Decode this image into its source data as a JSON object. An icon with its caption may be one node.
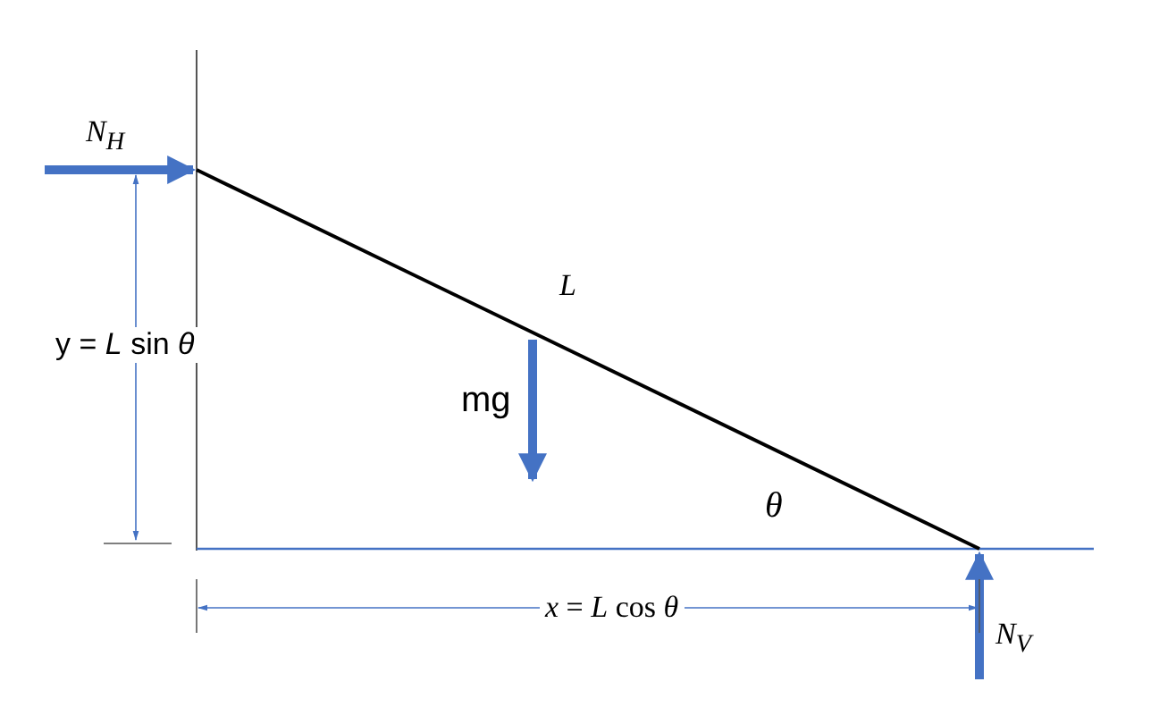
{
  "diagram": {
    "labels": [
      "N$_{H}$",
      "L",
      "y = *L* sin *θ*",
      "mg",
      "*θ*",
      "*x* = *L* cos *θ*",
      "N$_{V}$"
    ]
  }
}
